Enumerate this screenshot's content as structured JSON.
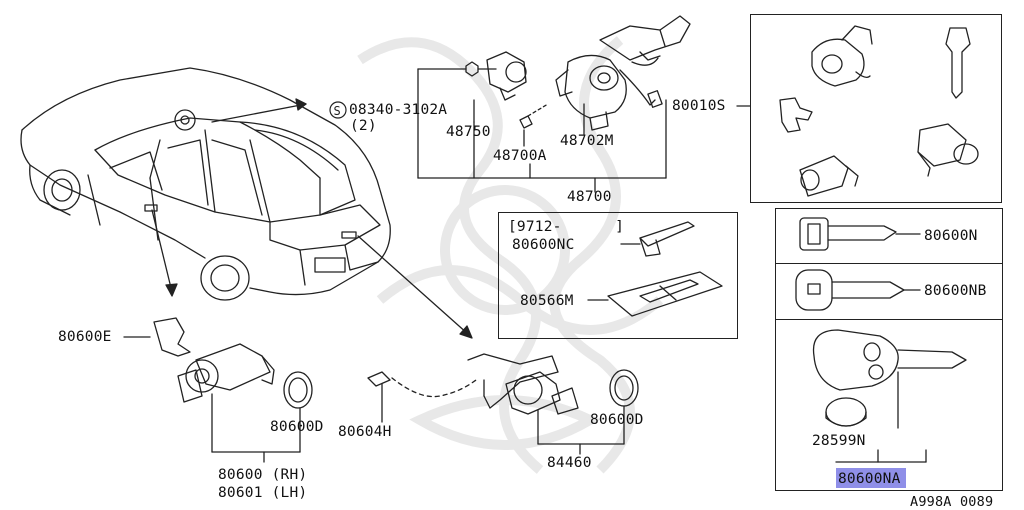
{
  "labels": {
    "bolt_part": "08340-3102A",
    "bolt_qty": "(2)",
    "steering_cyl": "48750",
    "lock_bolt": "48700A",
    "steering_lock": "48702M",
    "steering_assy": "48700",
    "key_set": "80010S",
    "date_code": "[9712-      ]",
    "blank_key_nc": "80600NC",
    "key_holder": "80566M",
    "key_n": "80600N",
    "key_nb": "80600NB",
    "key_na": "80600NA",
    "battery": "28599N",
    "clip_e": "80600E",
    "gasket_left": "80600D",
    "gasket_right": "80600D",
    "door_rh": "80600 (RH)",
    "door_lh": "80601 (LH)",
    "screw": "80604H",
    "trunk_cyl": "84460",
    "diagram_id": "A998A 0089"
  },
  "icons": [
    "screw-symbol-s",
    "sedan-car-drawing",
    "key-drawing",
    "lock-cylinder-drawing",
    "clip-drawing",
    "gasket-ring-drawing",
    "remote-key-drawing",
    "coin-battery-drawing"
  ],
  "colors": {
    "line": "#222222",
    "highlight": "#8f8fe8",
    "watermark": "#e6e6e6"
  }
}
